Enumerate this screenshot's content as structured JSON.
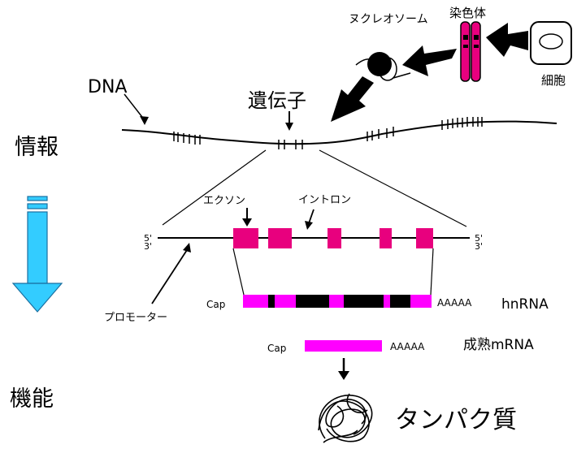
{
  "labels": {
    "nucleosome": "ヌクレオソーム",
    "chromosome": "染色体",
    "cell": "細胞",
    "dna": "DNA",
    "gene": "遺伝子",
    "information": "情報",
    "function": "機能",
    "exon": "エクソン",
    "intron": "イントロン",
    "promoter": "プロモーター",
    "five_prime": "5'",
    "three_prime": "3'",
    "cap_hnrna": "Cap",
    "polya_hnrna": "AAAAA",
    "hnrna": "hnRNA",
    "cap_mrna": "Cap",
    "polya_mrna": "AAAAA",
    "mature_mrna": "成熟mRNA",
    "protein": "タンパク質"
  },
  "colors": {
    "exon": "#e8007e",
    "mrna": "#ff00ff",
    "intron": "#000000",
    "flow_arrow": "#33ccff",
    "chromosome": "#e8007e"
  }
}
